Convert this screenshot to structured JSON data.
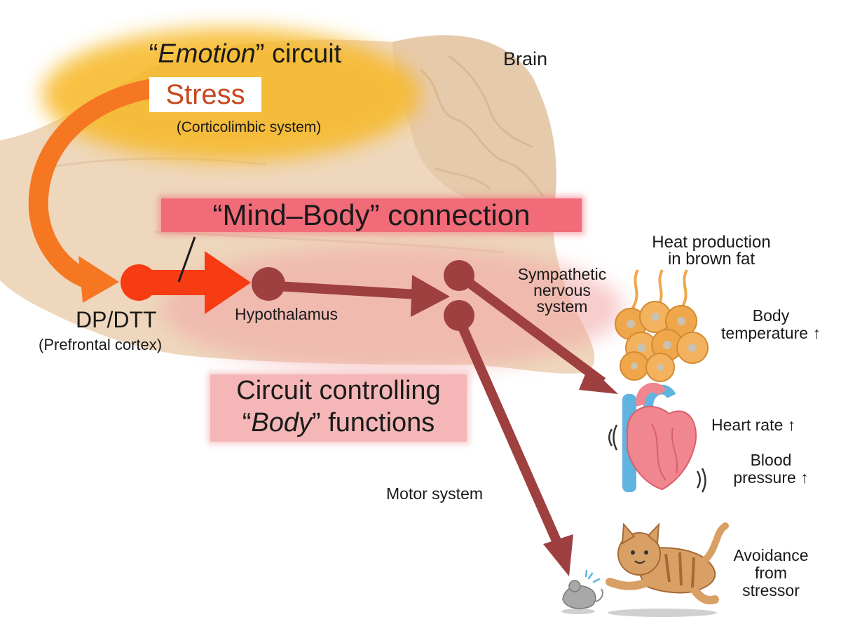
{
  "emotion_circuit": {
    "quote_open": "“",
    "emphasis": "Emotion",
    "quote_close": "”",
    "suffix": " circuit",
    "stress": "Stress",
    "system": "(Corticolimbic system)"
  },
  "brain_label": "Brain",
  "mind_body": "“Mind–Body” connection",
  "dp_dtt": {
    "name": "DP/DTT",
    "region": "(Prefrontal cortex)"
  },
  "hypothalamus": "Hypothalamus",
  "sympathetic": [
    "Sympathetic",
    "nervous",
    "system"
  ],
  "heat_production": [
    "Heat production",
    "in brown fat"
  ],
  "body_temperature": [
    "Body",
    "temperature ↑"
  ],
  "body_circuit": {
    "line1": "Circuit controlling",
    "quote_open": "“",
    "emphasis": "Body",
    "quote_close": "”",
    "suffix": " functions"
  },
  "heart_rate": "Heart rate ↑",
  "blood_pressure": [
    "Blood",
    "pressure ↑"
  ],
  "motor_system": "Motor system",
  "avoidance": [
    "Avoidance",
    "from",
    "stressor"
  ],
  "colors": {
    "brain": "#ecd3b6",
    "emotion_glow": "#f7b92b",
    "stress_text": "#c8461d",
    "prefrontal_arrow": "#f73b12",
    "body_arrow": "#9e4040",
    "mind_body_box": "#f26b79",
    "circuit_box": "#f4b6b6",
    "brown_fat": "#f0a74b",
    "heart": "#f0868f"
  },
  "icons": [
    "brown-fat-cells-icon",
    "heart-icon",
    "cat-icon",
    "mouse-icon"
  ]
}
